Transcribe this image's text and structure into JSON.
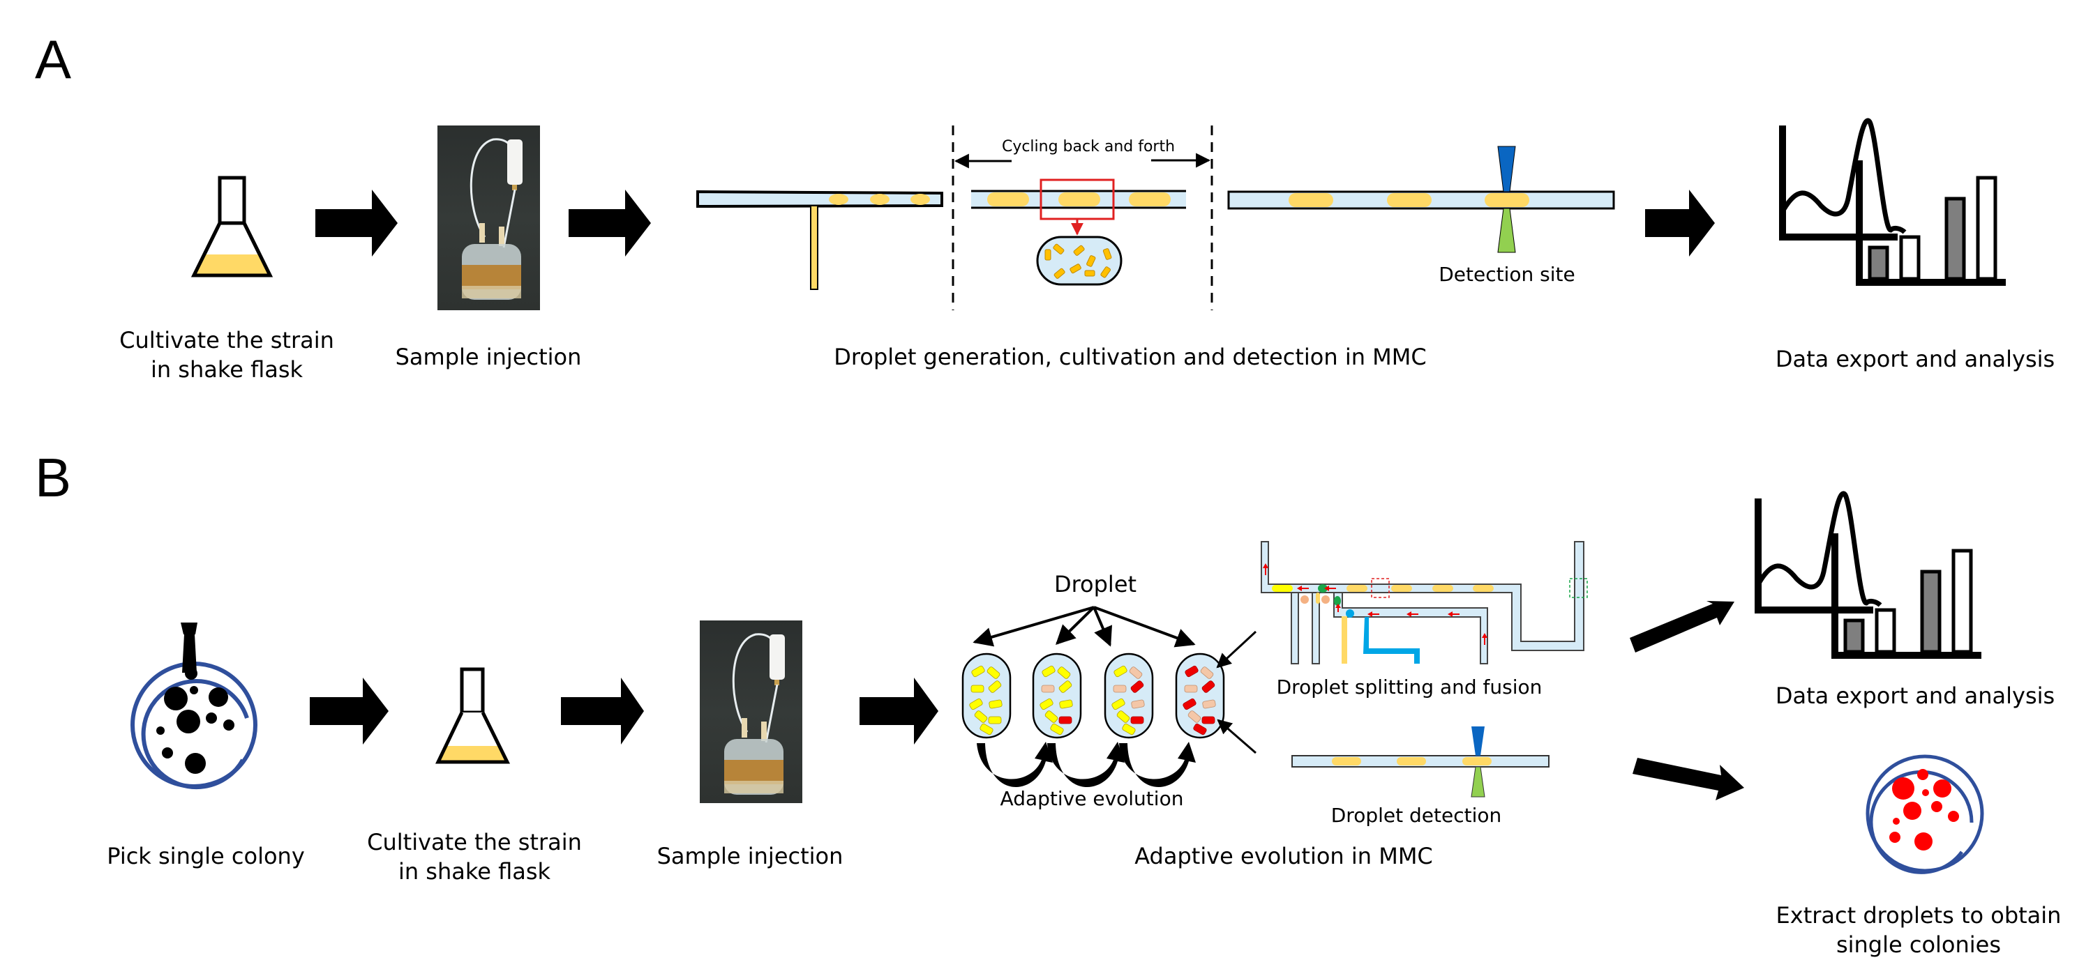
{
  "panels": {
    "a": {
      "letter": "A",
      "steps": [
        {
          "id": "flask",
          "label_line1": "Cultivate the strain",
          "label_line2": "in shake flask"
        },
        {
          "id": "injection",
          "label": "Sample injection"
        },
        {
          "id": "mmc",
          "label": "Droplet generation, cultivation and detection in MMC",
          "cycling_label": "Cycling back and forth",
          "detection_label": "Detection site"
        },
        {
          "id": "analysis",
          "label": "Data export  and analysis"
        }
      ]
    },
    "b": {
      "letter": "B",
      "steps": [
        {
          "id": "colony",
          "label": "Pick single colony"
        },
        {
          "id": "flask",
          "label_line1": "Cultivate the strain",
          "label_line2": "in shake flask"
        },
        {
          "id": "injection",
          "label": "Sample injection"
        },
        {
          "id": "evolution",
          "label": "Adaptive evolution in MMC",
          "droplet_label": "Droplet",
          "evolution_label": "Adaptive evolution",
          "splitting_label": "Droplet  splitting  and fusion",
          "detection_label": "Droplet  detection"
        },
        {
          "id": "analysis",
          "label": "Data export  and analysis"
        },
        {
          "id": "extract",
          "label_line1": "Extract droplets to obtain",
          "label_line2": "single colonies"
        }
      ]
    }
  },
  "colors": {
    "droplet_yellow": "#ffd966",
    "channel_fill": "#d6ebf7",
    "laser_blue": "#0a66c2",
    "detector_green": "#92d050",
    "highlight_red": "#e02020",
    "dish_blue": "#2f4f9c",
    "colony_red": "#ff0000",
    "bar_gray": "#7f7f7f",
    "cell_yellow": "#ffff00",
    "cell_peach": "#f4c7a8",
    "cell_red": "#ee0000",
    "tube_blue": "#00a6e6",
    "droplet_green": "#1aa64a"
  }
}
